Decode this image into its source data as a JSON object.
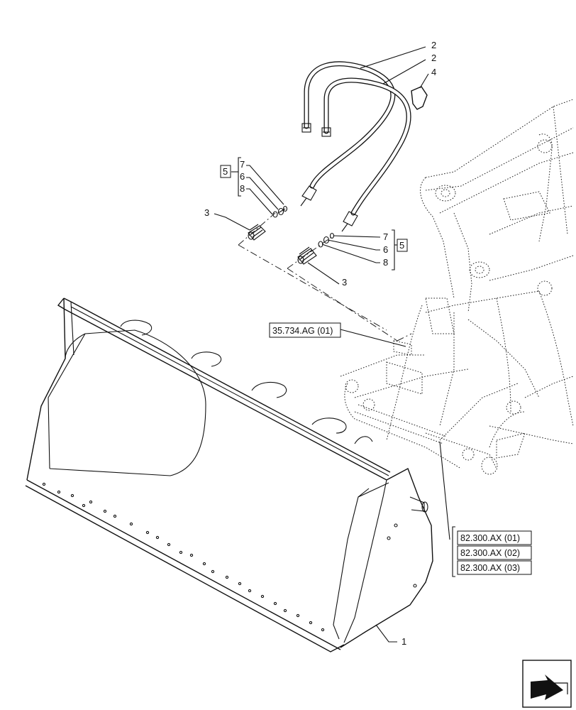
{
  "callouts": {
    "bucket": "1",
    "hose_a": "2",
    "hose_b": "2",
    "tag": "4",
    "coupler_left": "3",
    "coupler_right": "3",
    "group_left": {
      "box": "5",
      "items": [
        "7",
        "6",
        "8"
      ]
    },
    "group_right": {
      "box": "5",
      "items": [
        "7",
        "6",
        "8"
      ]
    }
  },
  "references": {
    "hydraulic_ref": "35.734.AG (01)",
    "cylinder_refs": [
      "82.300.AX (01)",
      "82.300.AX (02)",
      "82.300.AX (03)"
    ]
  },
  "icons": {
    "corner": "view-direction-arrow-icon"
  }
}
